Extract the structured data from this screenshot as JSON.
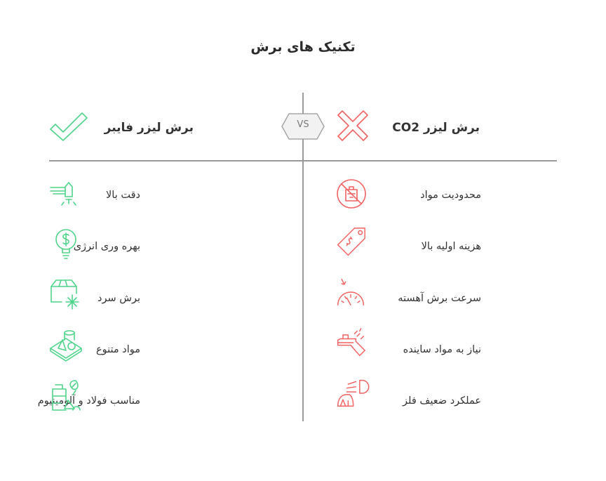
{
  "title": "تکنیک های برش",
  "vs_label": "VS",
  "colors": {
    "green": "#4fd48a",
    "red": "#f26262",
    "line": "#9a9a9a"
  },
  "left": {
    "heading": "برش لیزر فایبر",
    "heading_icon": "check-icon",
    "items": [
      {
        "label": "دقت بالا",
        "icon": "laser-nozzle-icon"
      },
      {
        "label": "بهره وری انرژی",
        "icon": "dollar-bulb-icon"
      },
      {
        "label": "برش سرد",
        "icon": "box-snowflake-icon"
      },
      {
        "label": "مواد متنوع",
        "icon": "materials-platform-icon"
      },
      {
        "label": "مناسب فولاد و آلومینیوم",
        "icon": "metal-materials-icon"
      }
    ]
  },
  "right": {
    "heading": "برش لیزر CO2",
    "heading_icon": "cross-icon",
    "items": [
      {
        "label": "محدودیت مواد",
        "icon": "no-materials-icon"
      },
      {
        "label": "هزینه اولیه بالا",
        "icon": "price-tag-icon"
      },
      {
        "label": "سرعت برش آهسته",
        "icon": "slow-speed-gauge-icon"
      },
      {
        "label": "نیاز به مواد ساینده",
        "icon": "abrasive-tube-icon"
      },
      {
        "label": "عملکرد ضعیف فلز",
        "icon": "weak-magnet-icon"
      }
    ]
  }
}
